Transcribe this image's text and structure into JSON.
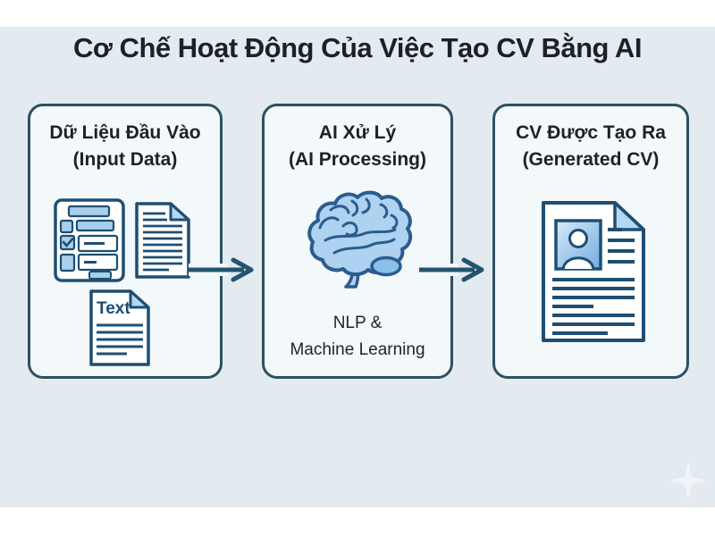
{
  "title": "Cơ Chế Hoạt Động Của Việc Tạo CV Bằng AI",
  "boxes": [
    {
      "heading": "Dữ Liệu Đầu Vào",
      "subheading": "(Input Data)",
      "icons": [
        "form-document-icon",
        "text-lines-document-icon",
        "text-file-icon"
      ],
      "text_file_label": "Text"
    },
    {
      "heading": "AI Xử Lý",
      "subheading": "(AI Processing)",
      "icon": "brain-icon",
      "caption_line1": "NLP &",
      "caption_line2": "Machine Learning"
    },
    {
      "heading": "CV Được Tạo Ra",
      "subheading": "(Generated CV)",
      "icon": "cv-document-icon"
    }
  ],
  "flow": [
    {
      "from": "Dữ Liệu Đầu Vào",
      "to": "AI Xử Lý",
      "connector": "arrow-right"
    },
    {
      "from": "AI Xử Lý",
      "to": "CV Được Tạo Ra",
      "connector": "arrow-right"
    }
  ],
  "colors": {
    "page_background": "#ffffff",
    "panel_background": "#e3ebf0",
    "box_background": "#f3f8fa",
    "box_border": "#2d5063",
    "heading_text": "#1d2127",
    "icon_outline": "#1e4e72",
    "icon_fill_light": "#a8cfec",
    "fold_fill": "#b5d8f2",
    "arrow": "#24536f",
    "brain_fill": "#aed2ef",
    "brain_outline": "#2b5c8e",
    "cerebellum_fill": "#8cc0ea"
  }
}
